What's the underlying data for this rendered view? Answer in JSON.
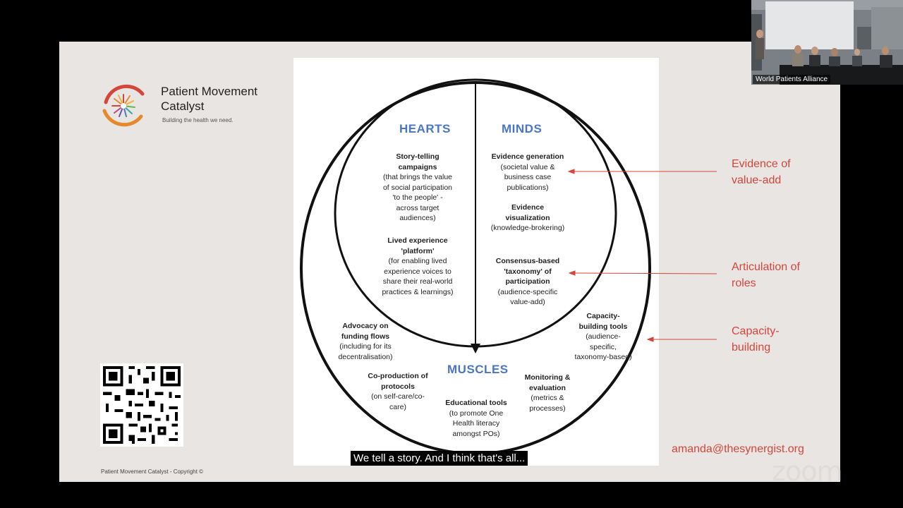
{
  "brand": {
    "name": "Patient Movement Catalyst",
    "tagline": "Building the health we need."
  },
  "copyright": "Patient Movement Catalyst - Copyright ©",
  "diagram": {
    "hearts": {
      "title": "HEARTS",
      "items": [
        {
          "bold": "Story-telling campaigns",
          "text": "(that brings the value of social participation 'to the people' - across target audiences)"
        },
        {
          "bold": "Lived experience 'platform'",
          "text": "(for enabling lived experience voices to share their real-world practices & learnings)"
        }
      ]
    },
    "minds": {
      "title": "MINDS",
      "items": [
        {
          "bold": "Evidence generation",
          "text": "(societal value & business case publications)"
        },
        {
          "bold": "Evidence visualization",
          "text": "(knowledge-brokering)"
        },
        {
          "bold": "Consensus-based 'taxonomy' of participation",
          "text": "(audience-specific value-add)"
        }
      ]
    },
    "muscles": {
      "title": "MUSCLES",
      "items": [
        {
          "bold": "Advocacy on funding flows",
          "text": "(including for its decentralisation)"
        },
        {
          "bold": "Co-production of protocols",
          "text": "(on self-care/co-care)"
        },
        {
          "bold": "Educational tools",
          "text": "(to promote One Health literacy amongst POs)"
        },
        {
          "bold": "Monitoring & evaluation",
          "text": "(metrics & processes)"
        },
        {
          "bold": "Capacity-building tools",
          "text": "(audience-specific, taxonomy-based)"
        }
      ]
    }
  },
  "annotations": [
    {
      "label": "Evidence of value-add"
    },
    {
      "label": "Articulation of roles"
    },
    {
      "label": "Capacity-building"
    }
  ],
  "email": "amanda@thesynergist.org",
  "caption": "We tell a story. And I think that's all...",
  "zoom_watermark": "zoom",
  "participant": {
    "name": "World Patients Alliance"
  },
  "colors": {
    "accent_red": "#d4463a",
    "header_blue": "#4a76c4"
  }
}
